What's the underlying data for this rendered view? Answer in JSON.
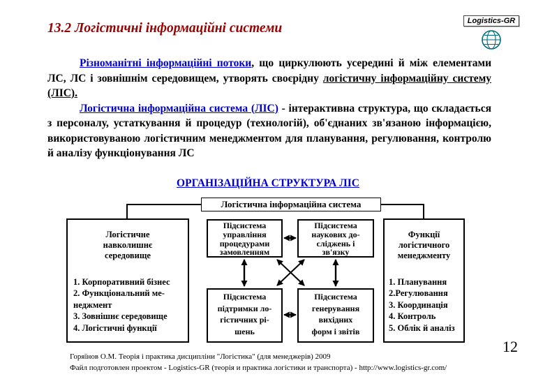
{
  "logo": {
    "label": "Logistics-GR"
  },
  "title": "13.2 Логістичні інформаційні системи",
  "paragraph1": {
    "lead": "Різноманітні інформаційні потоки",
    "middle": ", що циркулюють усередині й між елементами ЛС, ЛС і зовнішнім середовищем, утворять своєрідну ",
    "tail": "логістичну інформаційну систему (ЛІС)."
  },
  "paragraph2": {
    "lead": "Логістична інформаційна система (ЛІС)",
    "rest": " - інтерактивна структура, що складається з персоналу, устаткування й процедур (технологій), об'єднаних зв'язаною інформацією, використовуваною логістичним менеджментом для планування, регулювання, контролю й аналізу функціонування ЛС"
  },
  "diagram": {
    "heading": "ОРГАНІЗАЦІЙНА СТРУКТУРА ЛІС",
    "top_box": "Логістична інформаційна система",
    "left_box": {
      "title": "Логістичне\nнавколишнє\nсередовище",
      "items": [
        "1. Корпоративний бізнес",
        "2.  Функціональний ме-\nнеджмент",
        "3. Зовнішнє середовище",
        "4. Логістичні функції"
      ]
    },
    "subsystems": {
      "orders": "Підсистема\nуправління\nпроцедурами\nзамовленням",
      "research": "Підсистема\nнаукових до-\nсліджень і\nзв'язку",
      "decisions": "Підсистема\nпідтримки ло-\nгістичних рі-\nшень",
      "reports": "Підсистема\nгенерування\nвихідних\nформ і звітів"
    },
    "right_box": {
      "title": "Функції\nлогістичного\nменеджменту",
      "items": [
        "1. Планування",
        "2.Регулювання",
        "3. Координація",
        "4. Контроль",
        "5. Облік й аналіз"
      ]
    }
  },
  "page_number": "12",
  "footer": {
    "line1": "Горяїнов О.М. Теорія і практика дисципліни \"Логістика\" (для менеджерів) 2009",
    "line2": "Файл подготовлен проектом  - Logistics-GR (теорія и практика логістики и транспорта) - http://www.logistics-gr.com/"
  }
}
